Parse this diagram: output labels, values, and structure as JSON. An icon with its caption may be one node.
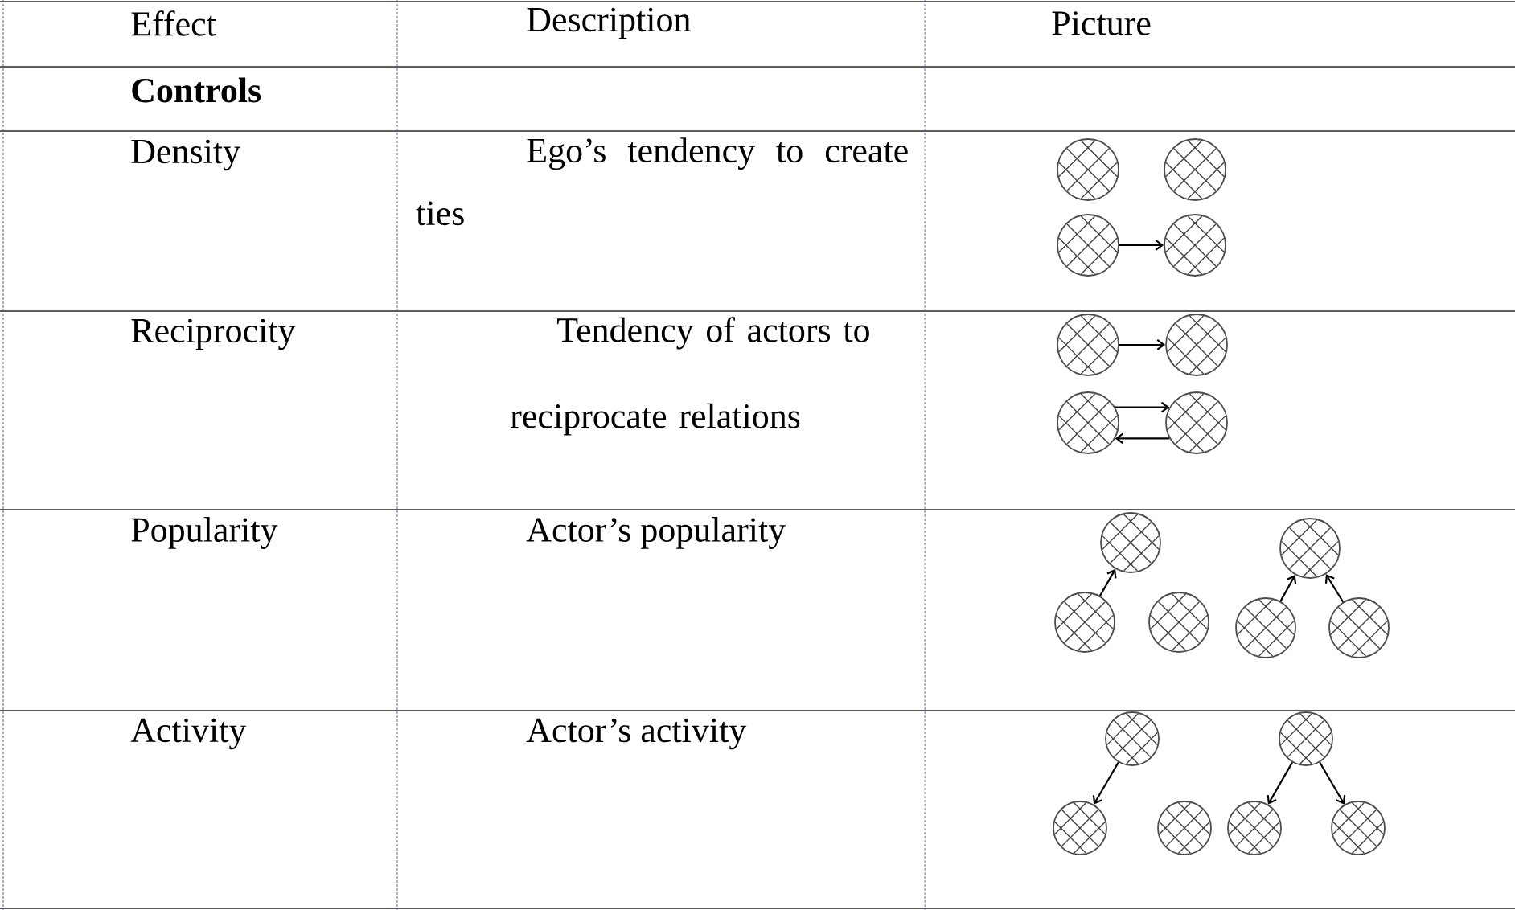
{
  "diagram": {
    "nodes": [
      {
        "text": [],
        "shape": "circle"
      },
      {
        "text": [],
        "shape": "circle"
      },
      {
        "text": [],
        "shape": "circle"
      },
      {
        "text": [],
        "shape": "circle"
      },
      {
        "text": [],
        "shape": "circle"
      },
      {
        "text": [],
        "shape": "circle"
      },
      {
        "text": [],
        "shape": "circle"
      },
      {
        "text": [],
        "shape": "circle"
      },
      {
        "text": [],
        "shape": "circle"
      },
      {
        "text": [],
        "shape": "circle"
      },
      {
        "text": [],
        "shape": "circle"
      },
      {
        "text": [],
        "shape": "circle"
      },
      {
        "text": [],
        "shape": "circle"
      },
      {
        "text": [],
        "shape": "circle"
      },
      {
        "text": [],
        "shape": "circle"
      },
      {
        "text": [],
        "shape": "circle"
      },
      {
        "text": [],
        "shape": "circle"
      },
      {
        "text": [],
        "shape": "circle"
      },
      {
        "text": [],
        "shape": "circle"
      },
      {
        "text": [],
        "shape": "circle"
      }
    ],
    "edges": [
      {
        "from": 2,
        "to": 3,
        "arrow": "to"
      },
      {
        "from": 4,
        "to": 5,
        "arrow": "to"
      },
      {
        "from": 6,
        "to": 7,
        "arrow": "to"
      },
      {
        "from": 7,
        "to": 6,
        "arrow": "to"
      },
      {
        "from": 10,
        "to": 8,
        "arrow": "to"
      },
      {
        "from": 12,
        "to": 9,
        "arrow": "to"
      },
      {
        "from": 13,
        "to": 9,
        "arrow": "to"
      },
      {
        "from": 14,
        "to": 16,
        "arrow": "to"
      },
      {
        "from": 15,
        "to": 18,
        "arrow": "to"
      },
      {
        "from": 15,
        "to": 19,
        "arrow": "to"
      }
    ],
    "labels": [
      "Effect",
      "Description",
      "Picture",
      "Controls",
      "Density",
      "Ego’s tendency to create ties",
      "Reciprocity",
      "Tendency of actors to reciprocate relations",
      "Popularity",
      "Actor’s popularity",
      "Activity",
      "Actor’s activity"
    ]
  }
}
